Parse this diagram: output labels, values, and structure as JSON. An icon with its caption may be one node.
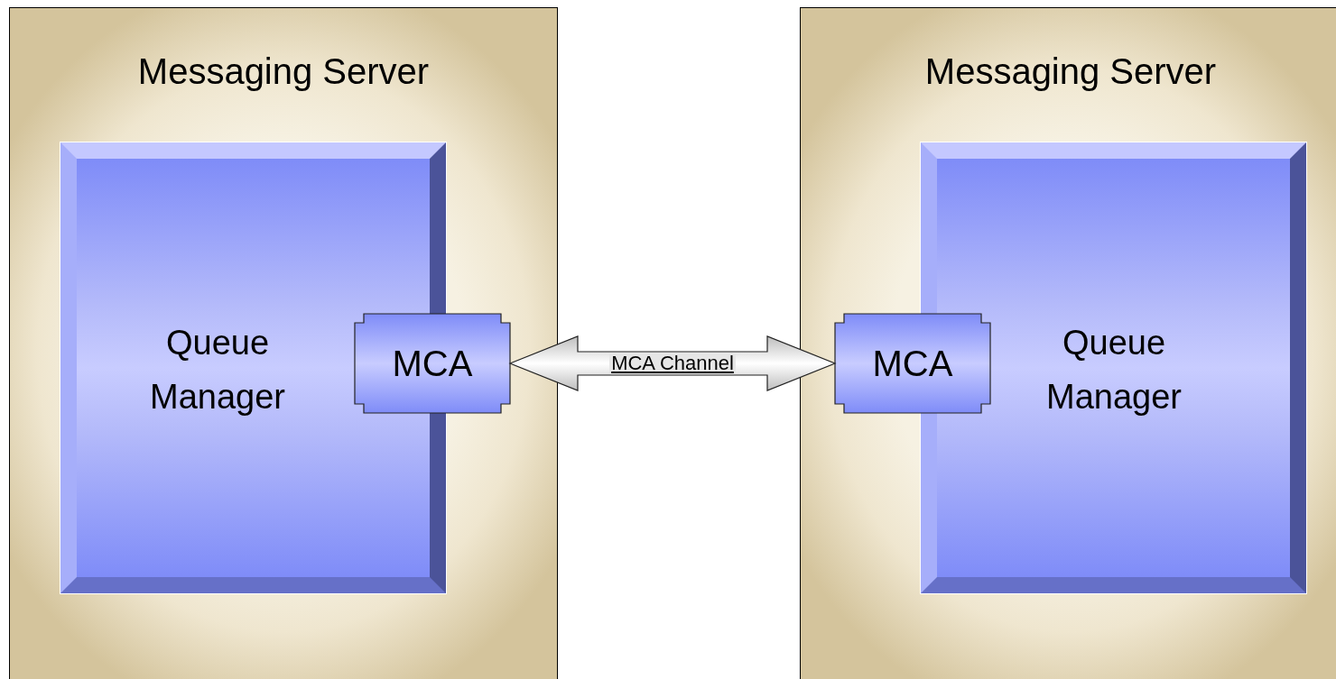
{
  "diagram": {
    "nodes": [
      {
        "text": [
          "Messaging Server"
        ]
      },
      {
        "text": [
          "Queue Manager"
        ],
        "in": 0
      },
      {
        "text": [
          "MCA"
        ],
        "in": 0
      },
      {
        "text": [
          "Messaging Server"
        ]
      },
      {
        "text": [
          "Queue Manager"
        ],
        "in": 3
      },
      {
        "text": [
          "MCA"
        ],
        "in": 3
      }
    ],
    "edges": [
      {
        "from": 2,
        "to": 5,
        "arrow": "both",
        "label": "MCA Channel"
      }
    ]
  }
}
